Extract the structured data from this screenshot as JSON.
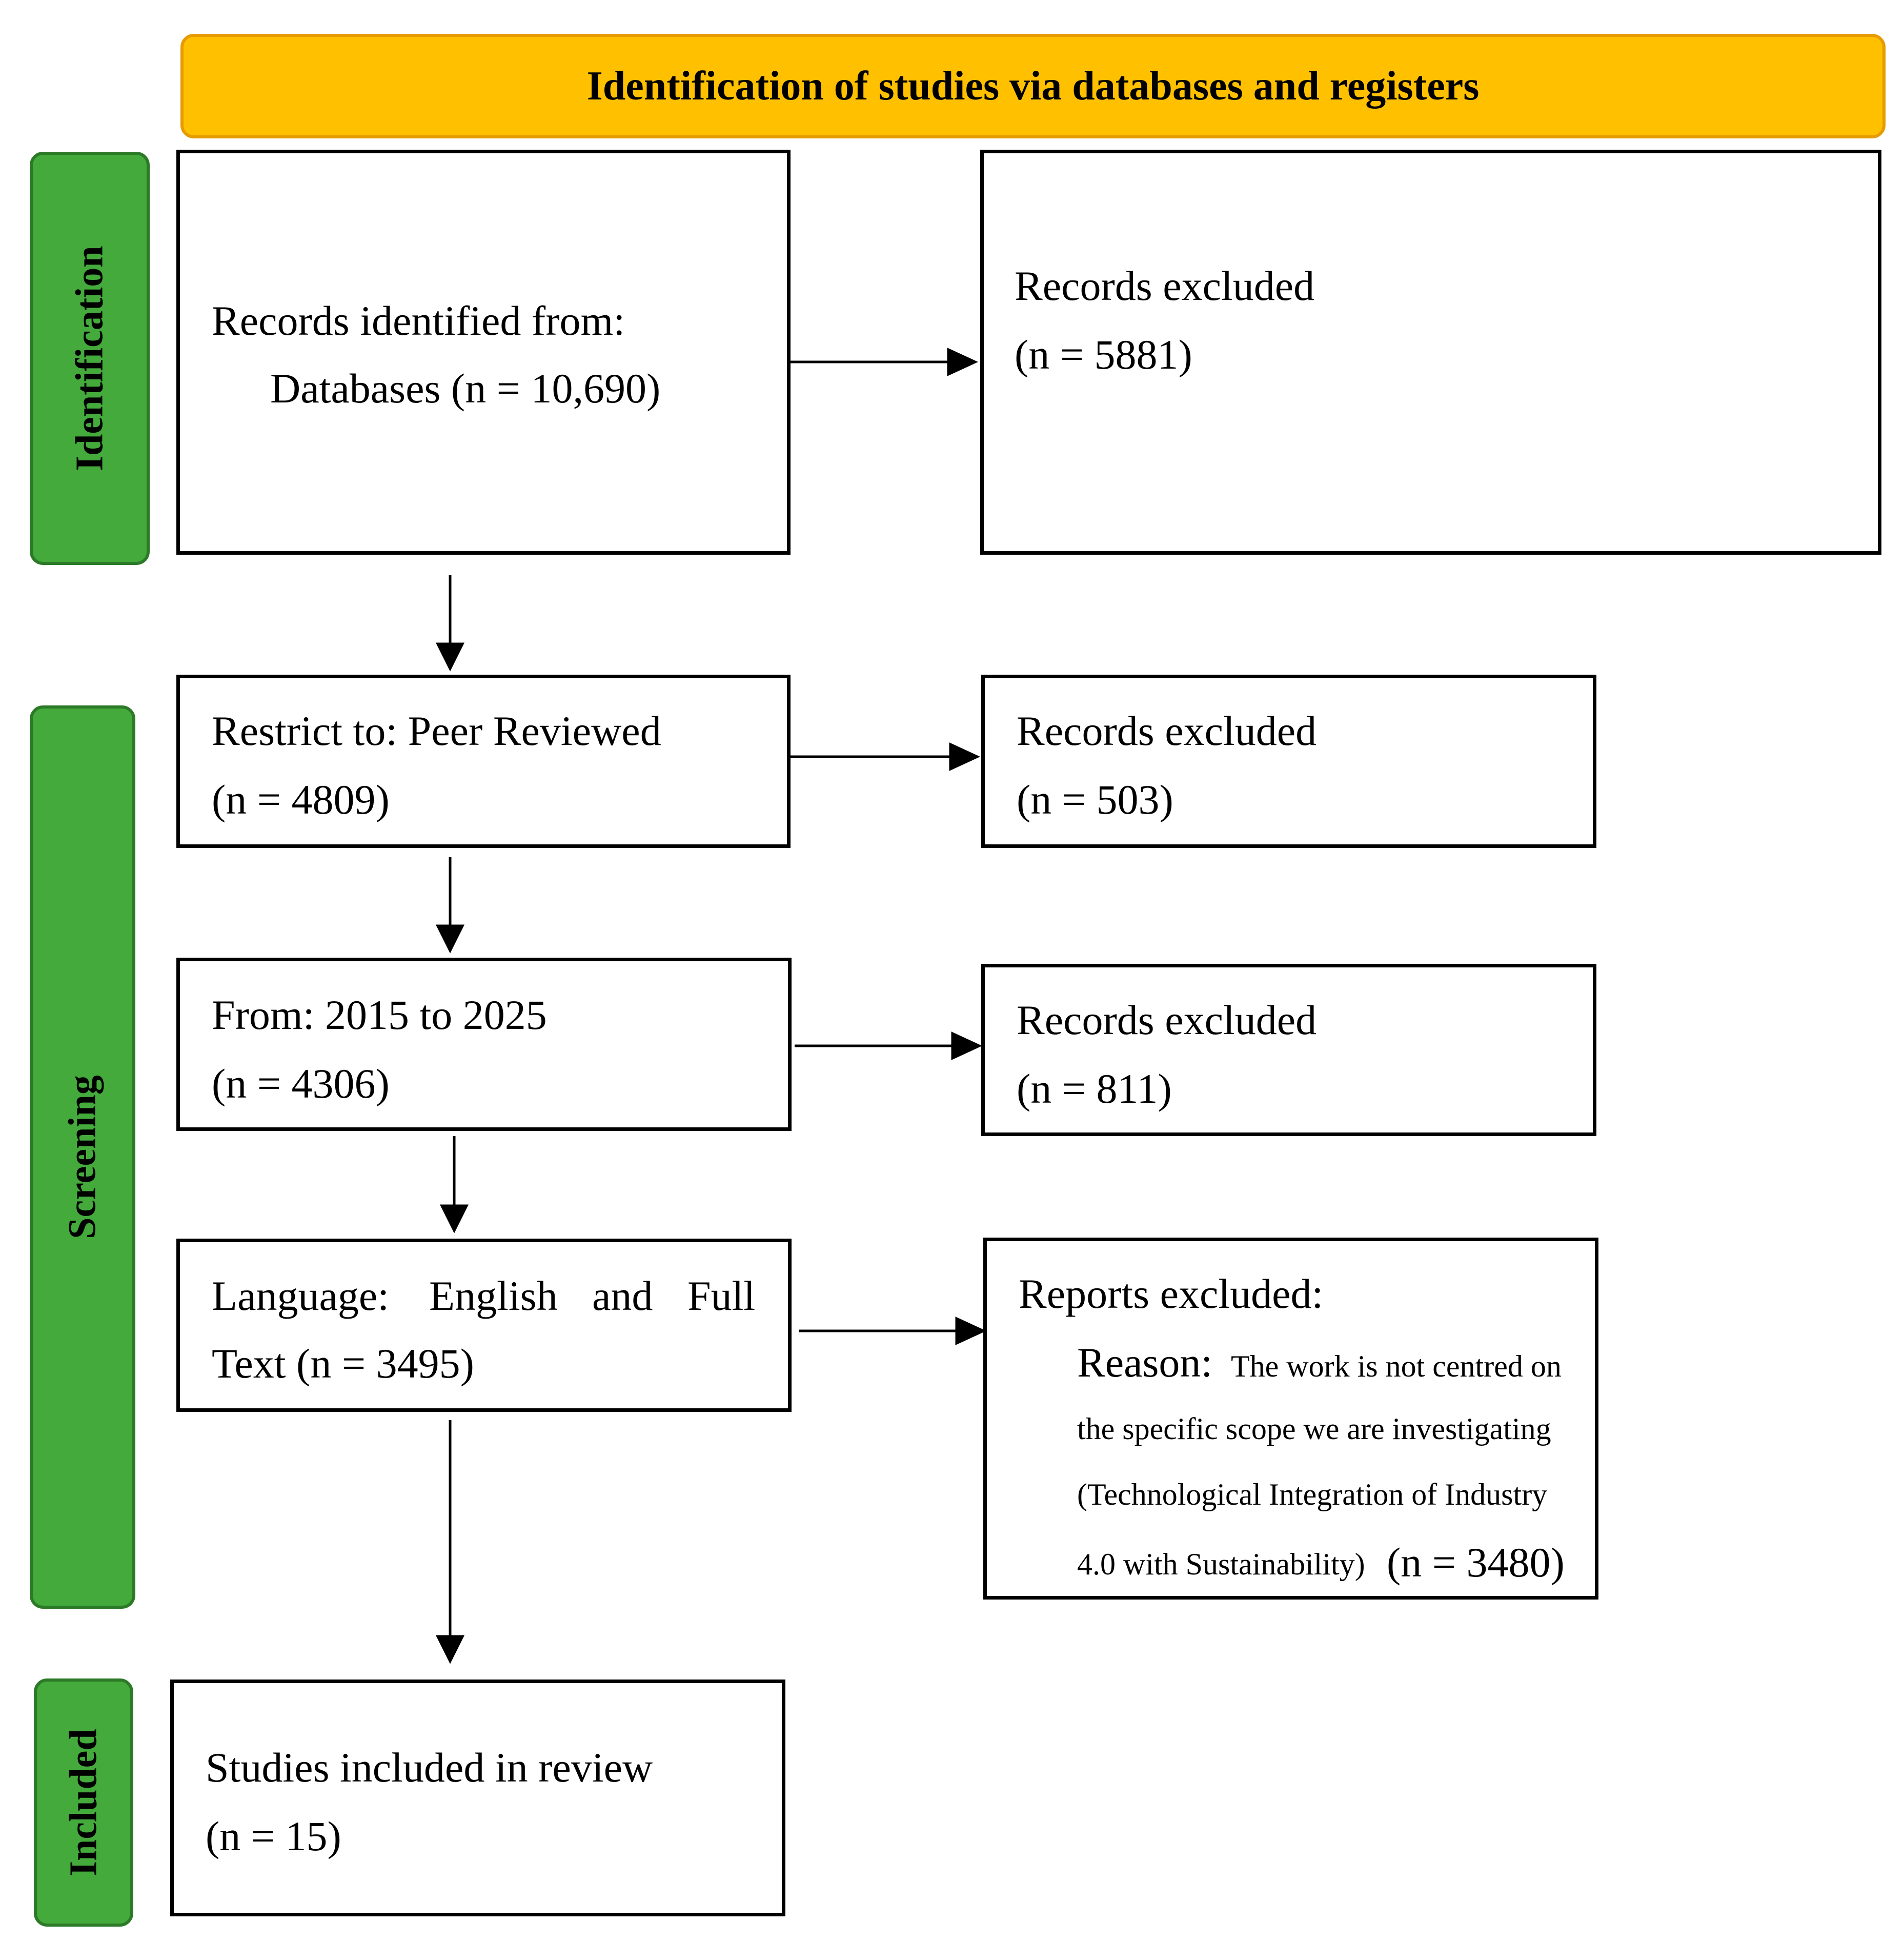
{
  "header": {
    "title": "Identification of studies via databases and registers"
  },
  "phases": {
    "identification": "Identification",
    "screening": "Screening",
    "included": "Included"
  },
  "boxes": {
    "records_identified": {
      "line1": "Records identified from:",
      "line2": "Databases (n = 10,690)"
    },
    "excluded_1": {
      "line1": "Records excluded",
      "line2": "(n = 5881)"
    },
    "peer_reviewed": {
      "line1": "Restrict to: Peer Reviewed",
      "line2": "(n = 4809)"
    },
    "excluded_2": {
      "line1": "Records excluded",
      "line2": "(n = 503)"
    },
    "date_range": {
      "line1": "From: 2015 to 2025",
      "line2": "(n = 4306)"
    },
    "excluded_3": {
      "line1": "Records excluded",
      "line2": "(n = 811)"
    },
    "language": {
      "line1_a": "Language:",
      "line1_b": "English",
      "line1_c": "and",
      "line1_d": "Full",
      "line2": "Text (n = 3495)"
    },
    "reports_excluded": {
      "title": "Reports excluded:",
      "reason_label": "Reason:",
      "reason_1": "The work is not centred on",
      "reason_2": "the specific scope we are investigating",
      "reason_3": "(Technological Integration of Industry",
      "reason_4": "4.0 with Sustainability)",
      "count": "(n = 3480)"
    },
    "included": {
      "line1": "Studies included in review",
      "line2": "(n = 15)"
    }
  },
  "colors": {
    "header_fill": "#FFC000",
    "header_border": "#E69B00",
    "phase_fill": "#43AA3B",
    "phase_border": "#2C7A27"
  }
}
